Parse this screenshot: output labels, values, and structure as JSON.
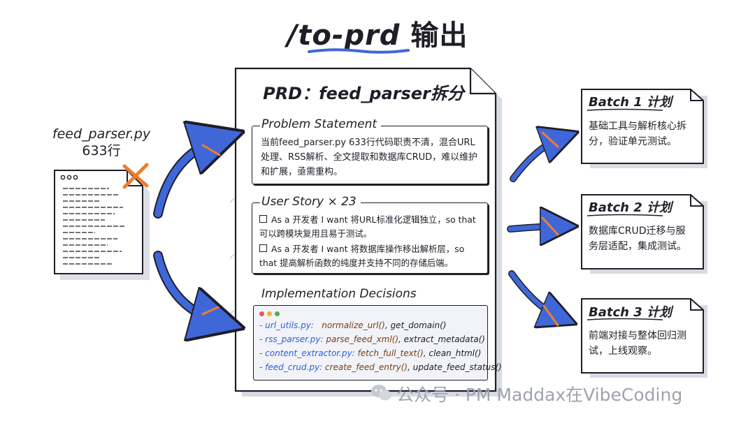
{
  "title": {
    "command": "/to-prd",
    "suffix": "输出"
  },
  "source": {
    "filename": "feed_parser.py",
    "lines": "633行"
  },
  "document": {
    "title": "PRD：feed_parser拆分",
    "problem": {
      "label": "Problem Statement",
      "text": "当前feed_parser.py 633行代码职责不清，混合URL处理、RSS解析、全文提取和数据库CRUD，难以维护和扩展，亟需重构。"
    },
    "stories": {
      "label": "User Story × 23",
      "items": [
        "As a 开发者 I want 将URL标准化逻辑独立，so that 可以跨模块复用且易于测试。",
        "As a 开发者 I want 将数据库操作移出解析层，so that 提高解析函数的纯度并支持不同的存储后端。"
      ]
    },
    "implementation": {
      "label": "Implementation Decisions",
      "lines": [
        {
          "file": "url_utils.py:",
          "fn_main": "normalize_url()",
          "rest": ", get_domain()"
        },
        {
          "file": "rss_parser.py:",
          "fn_main": "parse_feed_xml()",
          "rest": ", extract_metadata()"
        },
        {
          "file": "content_extractor.py:",
          "fn_main": "fetch_full_text()",
          "rest": ", clean_html()"
        },
        {
          "file": "feed_crud.py:",
          "fn_main": "create_feed_entry()",
          "rest": ", update_feed_status()"
        }
      ]
    }
  },
  "batches": [
    {
      "title": "Batch 1 计划",
      "desc": "基础工具与解析核心拆分，验证单元测试。"
    },
    {
      "title": "Batch 2 计划",
      "desc": "数据库CRUD迁移与服务层适配，集成测试。"
    },
    {
      "title": "Batch 3 计划",
      "desc": "前端对接与整体回归测试，上线观察。"
    }
  ],
  "watermark": "公众号 · PM Maddax在VibeCoding",
  "colors": {
    "arrow": "#3f67d8",
    "accent": "#f07d2e",
    "ink": "#1e1e28"
  }
}
